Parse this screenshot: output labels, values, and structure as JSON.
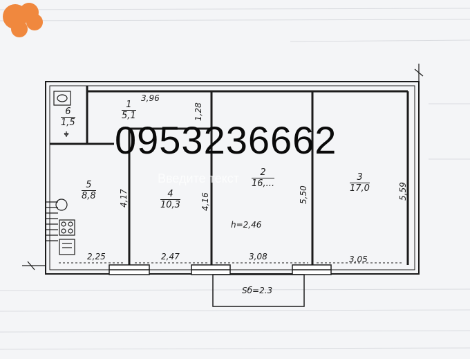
{
  "overlay": {
    "phone": "0953236662",
    "watermark": "Введите текст",
    "accent_color": "#f0883e"
  },
  "rooms": [
    {
      "number": "1",
      "area": "5,1"
    },
    {
      "number": "2",
      "area": "16,..."
    },
    {
      "number": "3",
      "area": "17,0"
    },
    {
      "number": "4",
      "area": "10,3"
    },
    {
      "number": "5",
      "area": "8,8"
    },
    {
      "number": "6",
      "area": "1,5"
    }
  ],
  "dimensions": {
    "corridor_length": "3,96",
    "corridor_width": "1,28",
    "room5_depth": "4,17",
    "room4_depth": "4,16",
    "room2_depth": "5,50",
    "room3_depth": "5,59",
    "room5_width": "2,25",
    "room4_width": "2,47",
    "room2_width": "3,08",
    "room3_width": "3,05"
  },
  "ceiling_height": "h=2,46",
  "balcony_area": "Sб=2.3"
}
